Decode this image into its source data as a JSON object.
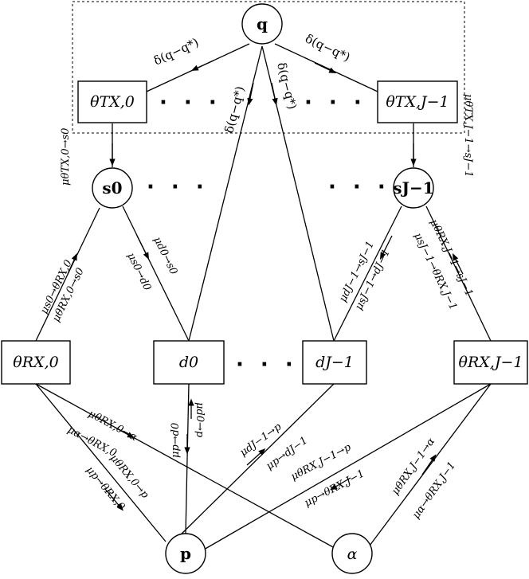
{
  "nodes": {
    "q": "q",
    "theta_tx_0": "θTX,0",
    "theta_tx_J1": "θTX,J−1",
    "s_0": "s0",
    "s_J1": "sJ−1",
    "theta_rx_0": "θRX,0",
    "d_0": "d0",
    "d_J1": "dJ−1",
    "theta_rx_J1": "θRX,J−1",
    "p": "p",
    "alpha": "α"
  },
  "ellipsis": "· · ·",
  "messages": {
    "delta_left": "δ(q−q*)",
    "delta_mid_left": "δ(q−q*)",
    "delta_mid_right": "δ(q−q*)",
    "delta_right": "δ(q−q*)",
    "tx0_to_s0": "μθTX,0→s0",
    "txJ1_to_sJ1": "μθTX,J−1→sJ−1",
    "s0_to_rx0": "μs0→θRX,0",
    "rx0_to_s0": "μθRX,0→s0",
    "d0_to_s0": "μd0→s0",
    "s0_to_d0": "μs0→d0",
    "dJ1_to_sJ1": "μdJ−1→sJ−1",
    "sJ1_to_dJ1": "μsJ−1→dJ−1",
    "sJ1_to_rxJ1": "μsJ−1→θRX,J−1",
    "rxJ1_to_sJ1": "μθRX,J−1→sJ−1",
    "rx0_to_alpha": "μθRX,0→α",
    "alpha_to_rx0": "μα→θRX,0",
    "rx0_to_p": "μθRX,0→p",
    "p_to_rx0": "μp→θRX,0",
    "p_to_d0": "μp→d0",
    "d0_to_p": "μd0→p",
    "dJ1_to_p": "μdJ−1→p",
    "p_to_dJ1": "μp→dJ−1",
    "rxJ1_to_p": "μθRX,J−1→p",
    "p_to_rxJ1": "μp→θRX,J−1",
    "rxJ1_to_alpha": "μθRX,J−1→α",
    "alpha_to_rxJ1": "μα→θRX,J−1"
  }
}
